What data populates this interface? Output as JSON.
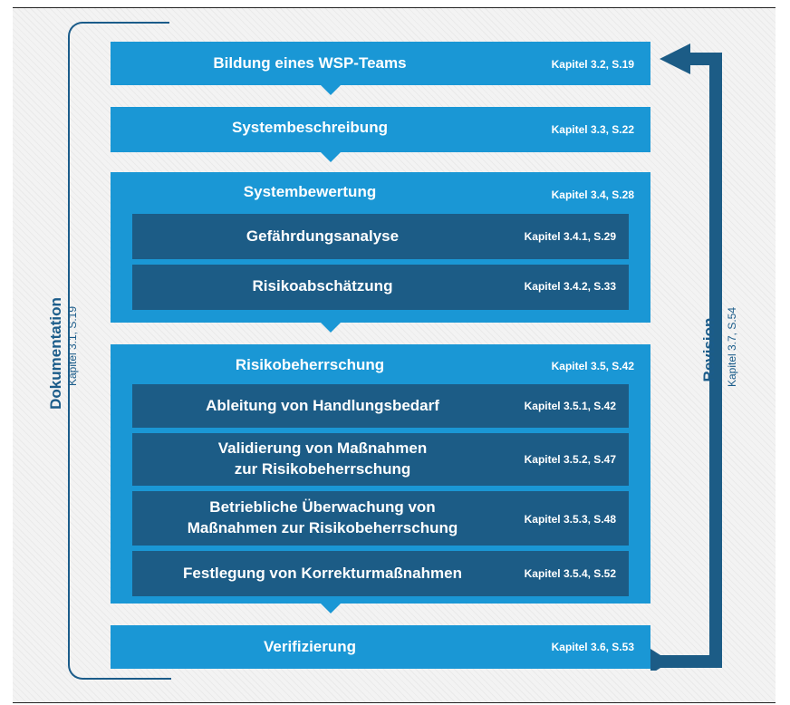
{
  "documentation": {
    "title": "Dokumentation",
    "ref": "Kapitel 3.1, S.19"
  },
  "revision": {
    "title": "Revision",
    "ref": "Kapitel 3.7, S.54"
  },
  "steps": {
    "team": {
      "title": "Bildung eines WSP-Teams",
      "ref": "Kapitel 3.2, S.19"
    },
    "system": {
      "title": "Systembeschreibung",
      "ref": "Kapitel 3.3, S.22"
    },
    "bewertung": {
      "title": "Systembewertung",
      "ref": "Kapitel 3.4, S.28",
      "subs": [
        {
          "title": "Gefährdungsanalyse",
          "ref": "Kapitel 3.4.1, S.29"
        },
        {
          "title": "Risikoabschätzung",
          "ref": "Kapitel 3.4.2, S.33"
        }
      ]
    },
    "beherrschung": {
      "title": "Risikobeherrschung",
      "ref": "Kapitel 3.5, S.42",
      "subs": [
        {
          "title": "Ableitung von Handlungsbedarf",
          "ref": "Kapitel 3.5.1, S.42"
        },
        {
          "line1": "Validierung von Maßnahmen",
          "line2": "zur Risikobeherrschung",
          "ref": "Kapitel 3.5.2, S.47"
        },
        {
          "line1": "Betriebliche Überwachung von",
          "line2": "Maßnahmen zur Risikobeherrschung",
          "ref": "Kapitel 3.5.3, S.48"
        },
        {
          "title": "Festlegung von Korrekturmaßnahmen",
          "ref": "Kapitel 3.5.4, S.52"
        }
      ]
    },
    "verifizierung": {
      "title": "Verifizierung",
      "ref": "Kapitel 3.6, S.53"
    }
  },
  "colors": {
    "band": "#1a97d5",
    "sub": "#1c5c86",
    "accent": "#1b5c8a"
  }
}
